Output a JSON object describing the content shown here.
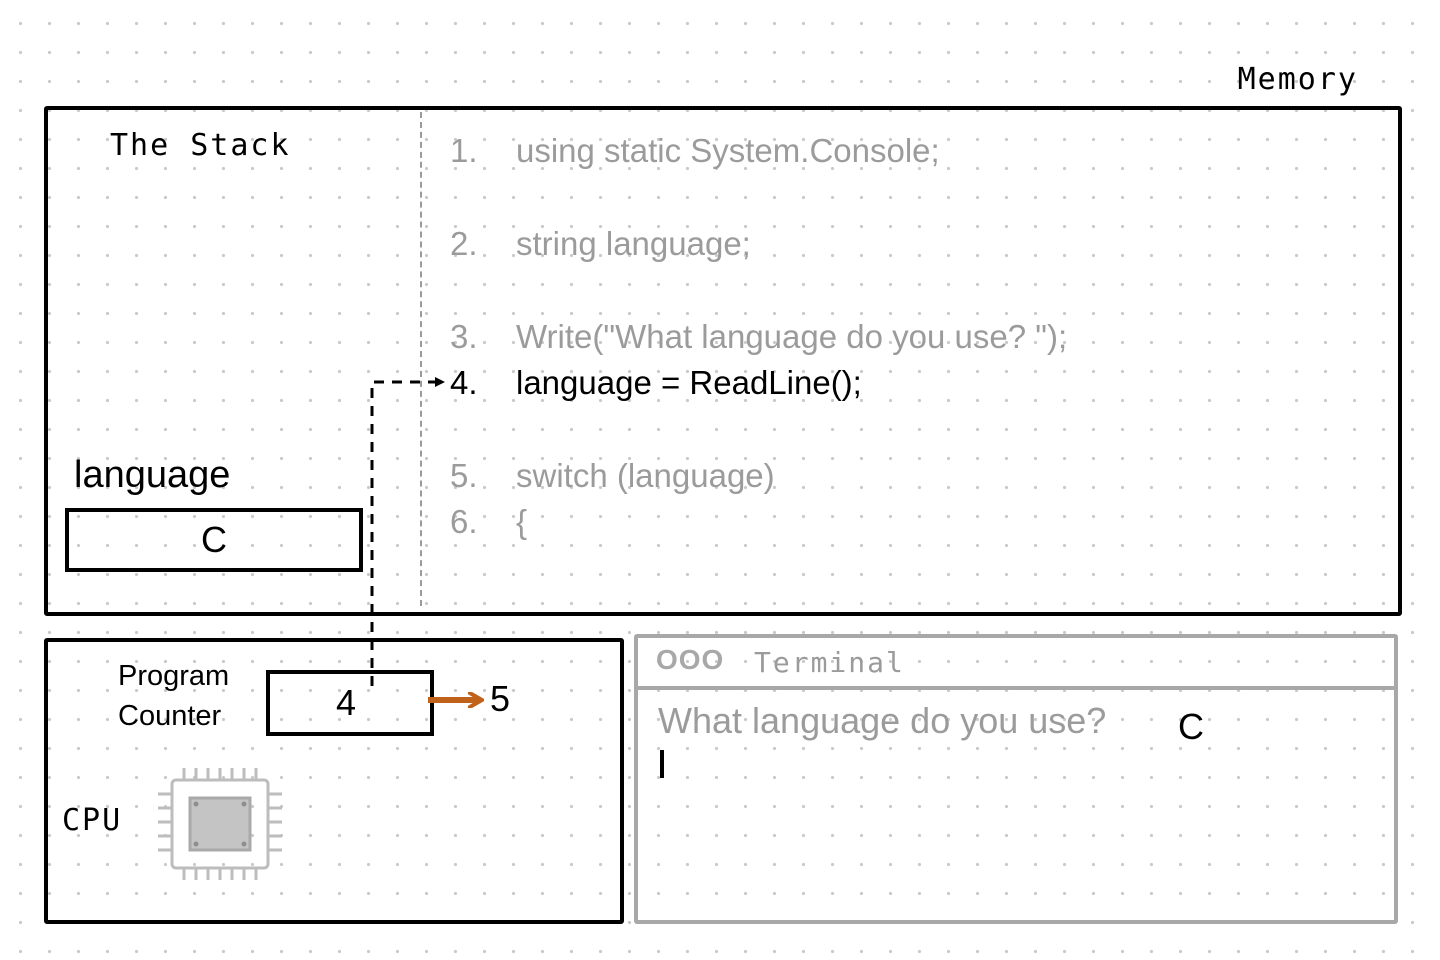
{
  "memory": {
    "label": "Memory"
  },
  "stack": {
    "label": "The Stack",
    "variable": {
      "name": "language",
      "value": "C"
    }
  },
  "code": {
    "lines": [
      {
        "num": "1.",
        "text": "using static System.Console;"
      },
      {
        "num": "2.",
        "text": "string language;"
      },
      {
        "num": "3.",
        "text": "Write(\"What language do you use? \");"
      },
      {
        "num": "4.",
        "text": "language = ReadLine();"
      },
      {
        "num": "5.",
        "text": "switch (language)"
      },
      {
        "num": "6.",
        "text": "{"
      }
    ],
    "active_line": 4
  },
  "cpu": {
    "label": "CPU",
    "program_counter": {
      "label_line1": "Program",
      "label_line2": "Counter",
      "value": "4",
      "next_value": "5"
    }
  },
  "terminal": {
    "window_buttons": "OOO",
    "title": "Terminal",
    "prompt": "What language do you use?",
    "input": "C"
  },
  "colors": {
    "arrow": "#c0621a",
    "muted": "#9b9b9b",
    "border": "#000000",
    "terminal_border": "#a8a8a8"
  }
}
